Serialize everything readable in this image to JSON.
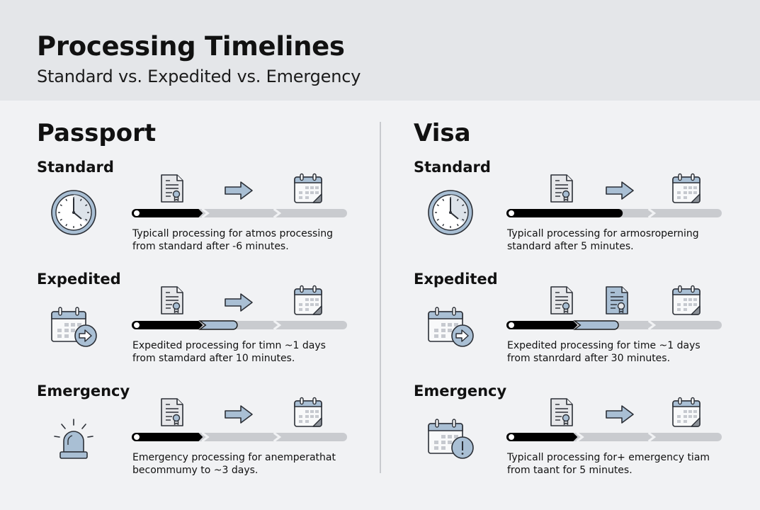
{
  "header": {
    "title": "Processing Timelines",
    "subtitle": "Standard vs. Expedited vs. Emergency"
  },
  "colors": {
    "header_bg": "#e4e6e9",
    "page_bg": "#f1f2f4",
    "accent_blue": "#a9bfd4",
    "progress_filled": "#000000",
    "progress_empty": "#c9cbcf",
    "icon_stroke": "#2b2f36",
    "doc_fill": "#e6e7ea"
  },
  "columns": [
    {
      "title": "Passport",
      "tiers": [
        {
          "label": "Standard",
          "icon": "clock-icon",
          "steps": [
            "document-icon",
            "arrow-right-icon",
            "calendar-icon"
          ],
          "progress": {
            "filled_pct": 33,
            "highlight_pct": 0
          },
          "description": [
            "Typicall processing for atmos processing",
            "from standard after -6 minutes."
          ]
        },
        {
          "label": "Expedited",
          "icon": "calendar-forward-icon",
          "steps": [
            "document-icon",
            "arrow-right-icon",
            "calendar-icon"
          ],
          "progress": {
            "filled_pct": 33,
            "highlight_pct": 16
          },
          "description": [
            "Expedited processing for timn ~1 days",
            "from stamdard after 10 minutes."
          ]
        },
        {
          "label": "Emergency",
          "icon": "siren-icon",
          "steps": [
            "document-icon",
            "arrow-right-icon",
            "calendar-icon"
          ],
          "progress": {
            "filled_pct": 33,
            "highlight_pct": 0
          },
          "description": [
            "Emergency processing for anemperathat",
            "becommumy to ~3 days."
          ]
        }
      ]
    },
    {
      "title": "Visa",
      "tiers": [
        {
          "label": "Standard",
          "icon": "clock-icon",
          "steps": [
            "document-icon",
            "arrow-right-icon",
            "calendar-icon"
          ],
          "progress": {
            "filled_pct": 54,
            "highlight_pct": 0
          },
          "description": [
            "Typicall processing for armosroperning",
            "standard after 5 minutes."
          ]
        },
        {
          "label": "Expedited",
          "icon": "calendar-forward-icon",
          "steps": [
            "document-icon",
            "document-highlighted-icon",
            "calendar-icon"
          ],
          "progress": {
            "filled_pct": 33,
            "highlight_pct": 19
          },
          "description": [
            "Expedited processing for time ~1 days",
            "from stanrdard after 30 minutes."
          ]
        },
        {
          "label": "Emergency",
          "icon": "calendar-alert-icon",
          "steps": [
            "document-icon",
            "arrow-right-icon",
            "calendar-icon"
          ],
          "progress": {
            "filled_pct": 33,
            "highlight_pct": 0
          },
          "description": [
            "Typicall processing for+ emergency tiam",
            "from taant for 5 minutes."
          ]
        }
      ]
    }
  ]
}
